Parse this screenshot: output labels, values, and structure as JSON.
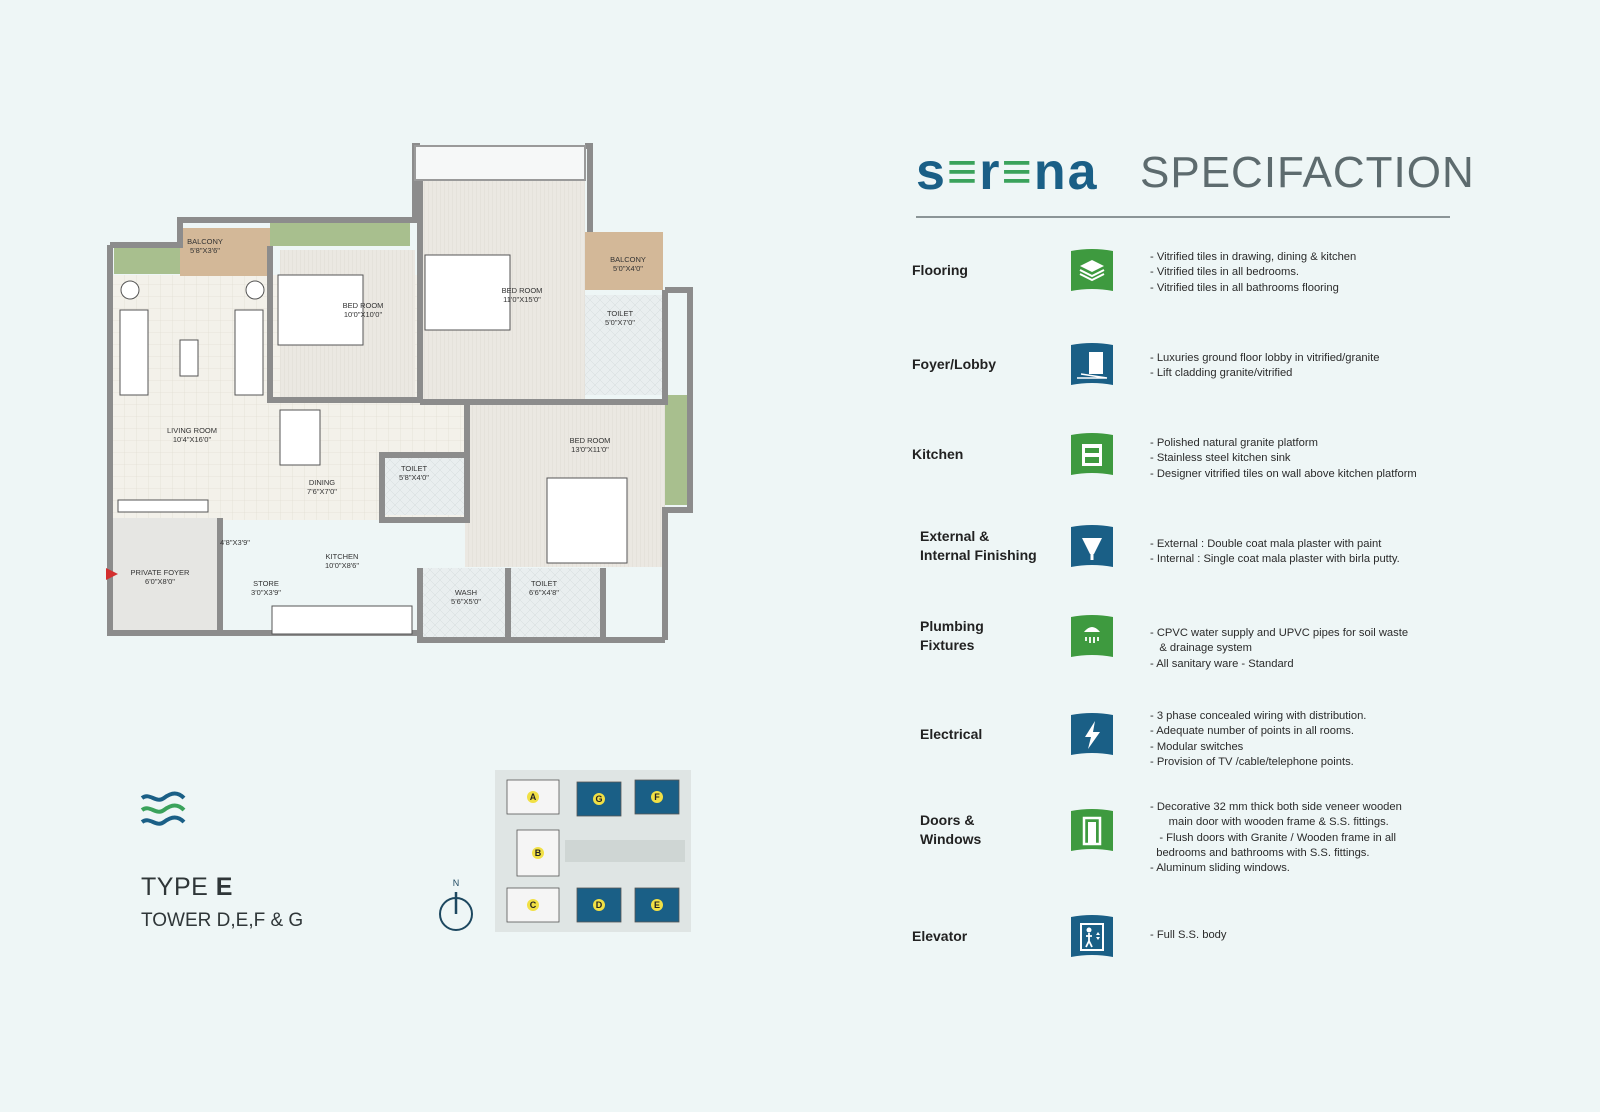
{
  "plan": {
    "rooms": [
      {
        "name": "BALCONY",
        "size": "5'8\"X3'6\""
      },
      {
        "name": "BED ROOM",
        "size": "10'0\"X10'0\""
      },
      {
        "name": "BED ROOM",
        "size": "11'0\"X15'0\""
      },
      {
        "name": "BALCONY",
        "size": "5'0\"X4'0\""
      },
      {
        "name": "TOILET",
        "size": "5'0\"X7'0\""
      },
      {
        "name": "LIVING ROOM",
        "size": "10'4\"X16'0\""
      },
      {
        "name": "BED ROOM",
        "size": "13'0\"X11'0\""
      },
      {
        "name": "TOILET",
        "size": "5'8\"X4'0\""
      },
      {
        "name": "DINING",
        "size": "7'6\"X7'0\""
      },
      {
        "name": "KITCHEN",
        "size": "10'0\"X8'6\""
      },
      {
        "name": "STORE",
        "size": "3'0\"X3'9\""
      },
      {
        "name": "WASH",
        "size": "5'6\"X5'0\""
      },
      {
        "name": "TOILET",
        "size": "6'6\"X4'8\""
      },
      {
        "name": "PRIVATE FOYER",
        "size": "6'0\"X8'0\""
      }
    ],
    "extra_size": "4'8\"X3'9\"",
    "compass_n": "N",
    "key_towers": [
      "A",
      "G",
      "F",
      "B",
      "C",
      "D",
      "E"
    ]
  },
  "unit": {
    "type_prefix": "TYPE",
    "type_letter": "E",
    "towers": "TOWER D,E,F & G"
  },
  "header": {
    "brand_a": "s",
    "brand_e1": "≡",
    "brand_r": "r",
    "brand_e2": "≡",
    "brand_na": "na",
    "title": "SPECIFACTION"
  },
  "colors": {
    "green": "#3e9a3f",
    "blue": "#1a5f86"
  },
  "specs": [
    {
      "label": "Flooring",
      "icon": "layers-icon",
      "color": "green",
      "desc": "- Vitrified tiles in drawing, dining & kitchen\n- Vitrified tiles in all bedrooms.\n- Vitrified tiles in all bathrooms flooring"
    },
    {
      "label": "Foyer/Lobby",
      "icon": "building-icon",
      "color": "blue",
      "desc": "- Luxuries ground floor lobby in vitrified/granite\n- Lift cladding granite/vitrified"
    },
    {
      "label": "Kitchen",
      "icon": "stove-icon",
      "color": "green",
      "desc": "- Polished natural granite platform\n- Stainless steel kitchen sink\n- Designer vitrified tiles on wall above kitchen platform"
    },
    {
      "label": "External &\nInternal Finishing",
      "icon": "trowel-icon",
      "color": "blue",
      "desc": "- External : Double coat mala plaster with paint\n- Internal : Single coat mala plaster with birla putty."
    },
    {
      "label": "Plumbing\nFixtures",
      "icon": "shower-icon",
      "color": "green",
      "desc": "- CPVC water supply and UPVC pipes for soil waste\n   & drainage system\n- All sanitary ware - Standard"
    },
    {
      "label": "Electrical",
      "icon": "lightning-icon",
      "color": "blue",
      "desc": "- 3 phase concealed wiring with distribution.\n- Adequate number of points in all rooms.\n- Modular switches\n- Provision of TV /cable/telephone points."
    },
    {
      "label": "Doors &\nWindows",
      "icon": "door-icon",
      "color": "green",
      "desc": "- Decorative 32 mm thick both side veneer wooden\n      main door with wooden frame & S.S. fittings.\n   - Flush doors with Granite / Wooden frame in all\n  bedrooms and bathrooms with S.S. fittings.\n- Aluminum sliding windows."
    },
    {
      "label": "Elevator",
      "icon": "elevator-icon",
      "color": "blue",
      "desc": "- Full S.S. body"
    }
  ]
}
